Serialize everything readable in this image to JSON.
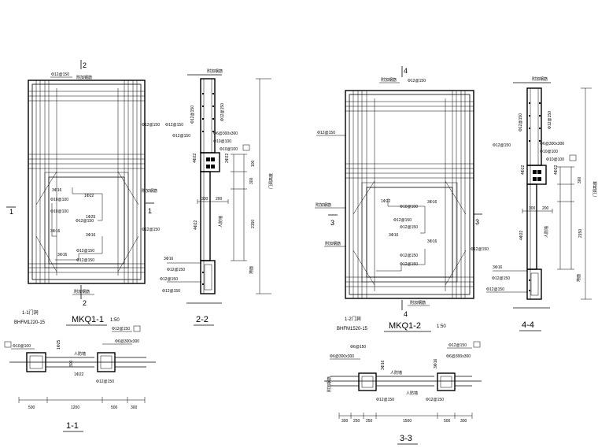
{
  "views": {
    "mkq1_1": {
      "title": "MKQ1-1",
      "scale": "1:50",
      "door_label": "1-1门洞",
      "door_code": "BHFM1220-15",
      "section_mark_top": "2",
      "section_mark_bottom": "2",
      "side_mark_left": "1",
      "side_mark_right": "1",
      "labels": {
        "top_rebar": "Φ12@150",
        "top_note": "附加钢筋",
        "right_1": "Φ12@150",
        "inner_1": "3Φ16",
        "inner_2": "Φ10@100",
        "inner_3": "Φ10@100",
        "inner_4": "1Φ22",
        "inner_5": "1Φ25",
        "inner_6": "Φ12@150",
        "right_2": "附加钢筋",
        "right_3": "Φ12@150",
        "inner_7": "3Φ16",
        "inner_8": "Φ12@150",
        "inner_9": "3Φ16",
        "inner_10": "Φ12@150",
        "bottom_note": "附加钢筋"
      }
    },
    "mkq1_2": {
      "title": "MKQ1-2",
      "scale": "1:50",
      "door_label": "1-2门洞",
      "door_code": "BHFM1520-15",
      "section_mark_top": "4",
      "section_mark_bottom": "4",
      "side_mark_left": "3",
      "side_mark_right": "3",
      "labels": {
        "top_note": "附加钢筋",
        "top_rebar": "Φ12@150",
        "left_1": "Φ12@150",
        "inner_1": "1Φ22",
        "inner_2": "Φ10@100",
        "inner_3": "3Φ16",
        "left_2": "附加钢筋",
        "inner_4": "Φ12@150",
        "inner_5": "Φ12@150",
        "inner_6": "3Φ16",
        "inner_7": "3Φ16",
        "left_3": "附加钢筋",
        "right_1": "Φ12@150",
        "inner_8": "Φ12@150",
        "inner_9": "Φ12@150",
        "bottom_note": "附加钢筋"
      }
    },
    "sec_2_2": {
      "title": "2-2",
      "labels": {
        "top": "附加钢筋",
        "bar_a": "Φ12@150",
        "bar_b": "Φ12@150",
        "left_1": "Φ12@150",
        "left_2": "Φ12@150",
        "stirrup": "Φ6@300x300",
        "s2": "Φ10@100",
        "s3": "Φ10@100",
        "vert_1": "4Φ22",
        "vert_2": "2Φ22",
        "dim_100": "100",
        "dim_300": "300",
        "dim_300b": "300",
        "dim_200": "200",
        "dim_2150": "2150",
        "height_note": "门洞高度",
        "floor_note": "地面",
        "left_3": "3Φ16",
        "left_4": "Φ12@150",
        "left_5": "Φ12@150",
        "left_6": "Φ12@150",
        "vlabel_1": "4Φ22",
        "vlabel_2": "人防墙"
      }
    },
    "sec_4_4": {
      "title": "4-4",
      "labels": {
        "top": "附加钢筋",
        "bar_a": "Φ12@150",
        "bar_b": "Φ12@150",
        "left_1": "Φ12@150",
        "stirrup": "Φ6@300x300",
        "s2": "Φ10@100",
        "s3": "Φ10@100",
        "vert_1": "4Φ22",
        "vert_2": "4Φ22",
        "dim_300": "300",
        "dim_300b": "300",
        "dim_200": "200",
        "dim_2150": "2150",
        "height_note": "门洞高度",
        "floor_note": "地面",
        "left_3": "3Φ16",
        "left_4": "Φ12@150",
        "left_5": "Φ12@150",
        "vlabel_1": "4Φ22",
        "vlabel_2": "人防墙"
      }
    },
    "sec_1_1": {
      "title": "1-1",
      "labels": {
        "left_1": "Φ10@100",
        "v_1": "1Φ25",
        "dim_300": "300",
        "mid_1": "人防墙",
        "mid_2": "1Φ22",
        "right_1": "Φ12@150",
        "right_2": "Φ6@300x300",
        "right_3": "Φ12@150",
        "dims": [
          "500",
          "1200",
          "500",
          "300"
        ]
      }
    },
    "sec_3_3": {
      "title": "3-3",
      "labels": {
        "left_1": "Φ6@300x300",
        "left_2": "Φ6@150",
        "v_1": "3Φ16",
        "mid_1": "人防墙",
        "mid_2": "人防墙",
        "v_2": "3Φ16",
        "right_1": "Φ12@150",
        "right_2": "Φ6@300x300",
        "bot_1": "Φ12@150",
        "bot_2": "Φ12@150",
        "vert_left": "附加钢筋",
        "dims": [
          "300",
          "250",
          "250",
          "1500",
          "500",
          "300"
        ]
      }
    }
  }
}
